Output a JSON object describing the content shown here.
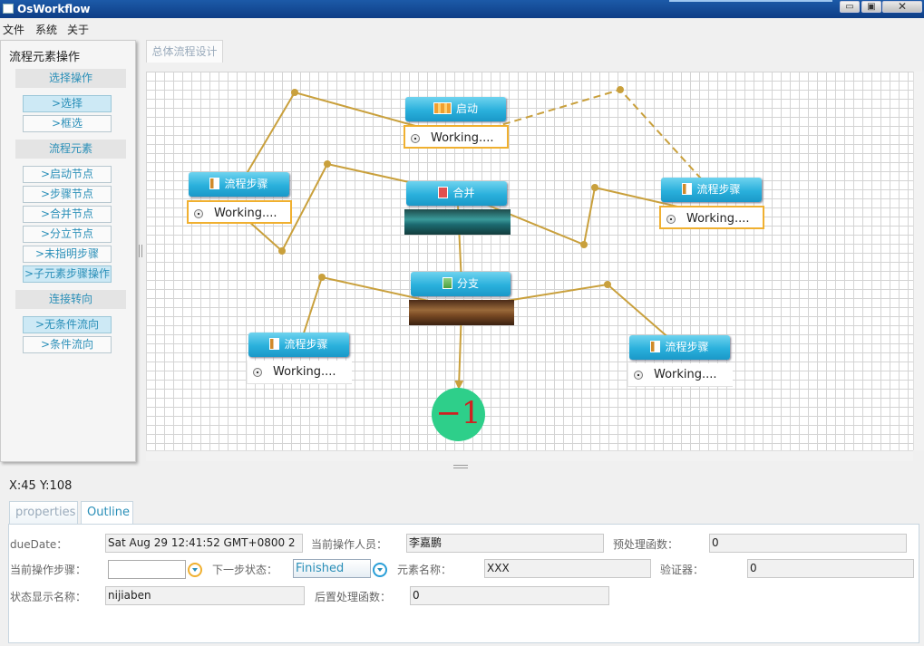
{
  "window": {
    "title": "OsWorkflow",
    "minimize": "▭",
    "maximize": "▣",
    "close": "✕"
  },
  "menu": {
    "file": "文件",
    "system": "系统",
    "about": "关于"
  },
  "left_panel": {
    "title": "流程元素操作",
    "sections": [
      {
        "header": "选择操作",
        "items": [
          {
            "label": ">选择",
            "selected": true
          },
          {
            "label": ">框选",
            "selected": false
          }
        ]
      },
      {
        "header": "流程元素",
        "items": [
          {
            "label": ">启动节点",
            "selected": false
          },
          {
            "label": ">步骤节点",
            "selected": false
          },
          {
            "label": ">合并节点",
            "selected": false
          },
          {
            "label": ">分立节点",
            "selected": false
          },
          {
            "label": ">未指明步骤",
            "selected": false
          },
          {
            "label": ">子元素步骤操作",
            "selected": true
          }
        ]
      },
      {
        "header": "连接转向",
        "items": [
          {
            "label": ">无条件流向",
            "selected": true
          },
          {
            "label": ">条件流向",
            "selected": false
          }
        ]
      }
    ]
  },
  "editor": {
    "tab_label": "总体流程设计",
    "nodes": {
      "start": {
        "label": "启动",
        "status": "Working...."
      },
      "step_left": {
        "label": "流程步骤",
        "status": "Working...."
      },
      "join": {
        "label": "合并"
      },
      "step_right": {
        "label": "流程步骤",
        "status": "Working...."
      },
      "split": {
        "label": "分支"
      },
      "step_bottom_left": {
        "label": "流程步骤",
        "status": "Working...."
      },
      "step_bottom_right": {
        "label": "流程步骤",
        "status": "Working...."
      },
      "end": {
        "label": "−1"
      }
    },
    "colors": {
      "connector": "#c9a03c",
      "node_blue": "#2ab0dc",
      "end_node": "#2ecf8a",
      "end_text": "#d02020"
    }
  },
  "status": {
    "coords": "X:45  Y:108"
  },
  "properties": {
    "tabs": [
      "properties",
      "Outline"
    ],
    "fields": {
      "due_date": {
        "label": "dueDate：",
        "value": "Sat Aug 29 12:41:52 GMT+0800 2"
      },
      "operator": {
        "label": "当前操作人员：",
        "value": "李嘉鹏"
      },
      "pre_func": {
        "label": "预处理函数：",
        "value": "0"
      },
      "current_step": {
        "label": "当前操作步骤：",
        "value": ""
      },
      "next_state": {
        "label": "下一步状态：",
        "value": "Finished"
      },
      "element_name": {
        "label": "元素名称：",
        "value": "XXX"
      },
      "validator": {
        "label": "验证器：",
        "value": "0"
      },
      "state_name": {
        "label": "状态显示名称：",
        "value": "nijiaben"
      },
      "post_func": {
        "label": "后置处理函数：",
        "value": "0"
      }
    }
  }
}
